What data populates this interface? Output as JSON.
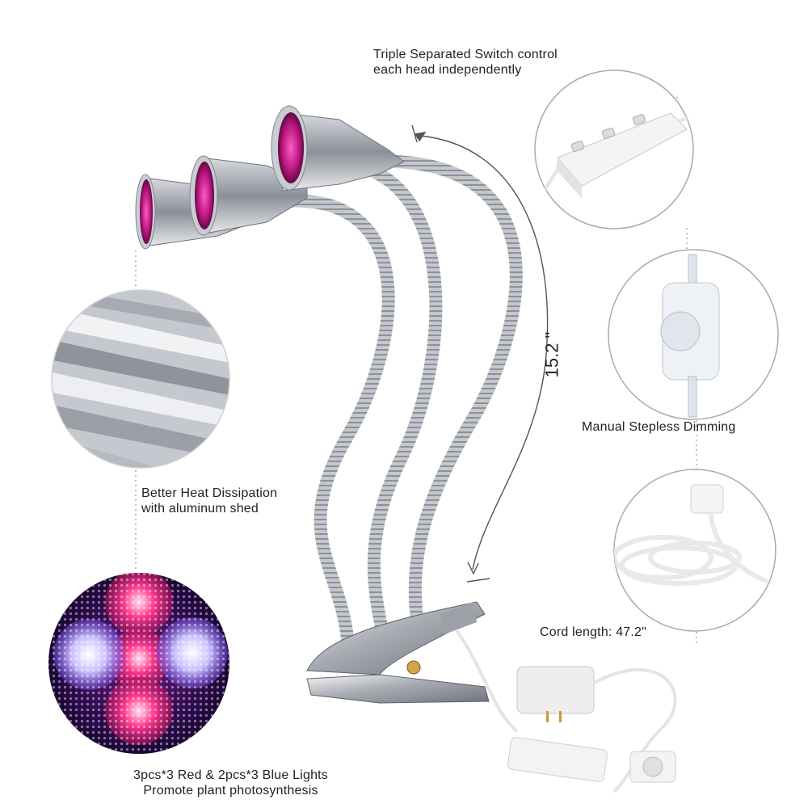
{
  "image": {
    "description_title": "",
    "accent_colors": {
      "led_pink": "#d9268f",
      "led_blue": "#b7a8ff",
      "metal": "#b9bcc2",
      "plastic": "#f3f3f3"
    }
  },
  "labels": {
    "switch_line1": "Triple Separated Switch control",
    "switch_line2": "each head independently",
    "length": "15.2 \"",
    "heat_line1": "Better Heat Dissipation",
    "heat_line2": "with aluminum shed",
    "dimming": "Manual Stepless Dimming",
    "cord": "Cord length: 47.2\"",
    "lights_line1": "3pcs*3 Red & 2pcs*3 Blue Lights",
    "lights_line2": "Promote plant photosynthesis"
  }
}
